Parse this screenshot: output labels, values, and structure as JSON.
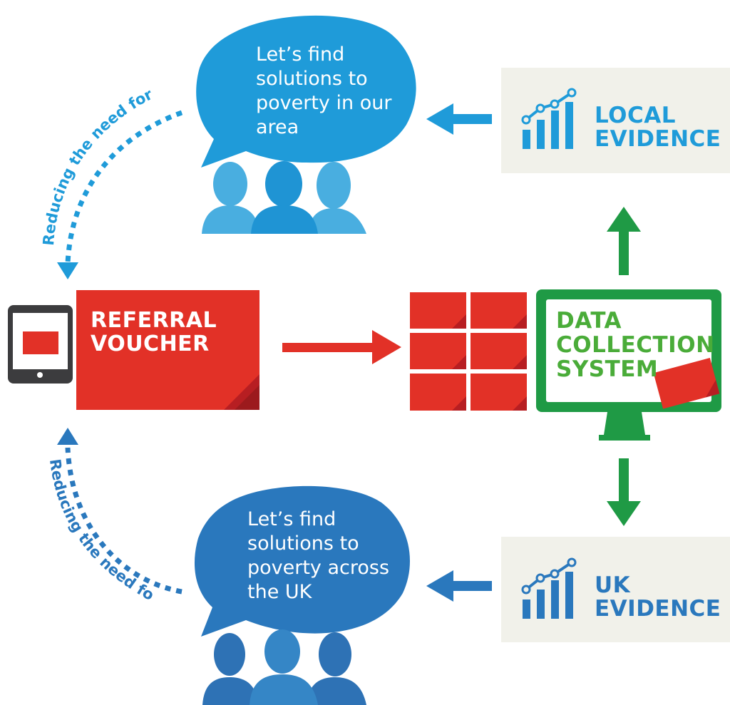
{
  "colors": {
    "local_blue": "#1f9bd9",
    "uk_blue": "#2a78bd",
    "red": "#e23127",
    "dark_red": "#b71e22",
    "green": "#1f9a45",
    "light_green": "#4aac39",
    "evidence_bg": "#f1f1ea",
    "device_gray": "#3c3c3e"
  },
  "local_bubble": {
    "lines": [
      "Let’s find",
      "solutions to",
      "poverty in our",
      "area"
    ]
  },
  "uk_bubble": {
    "lines": [
      "Let’s find",
      "solutions to",
      "poverty across",
      "the UK"
    ]
  },
  "local_evidence": {
    "lines": [
      "LOCAL",
      "EVIDENCE"
    ],
    "icon": "bar-chart-trend-icon"
  },
  "uk_evidence": {
    "lines": [
      "UK",
      "EVIDENCE"
    ],
    "icon": "bar-chart-trend-icon"
  },
  "referral_voucher": {
    "lines": [
      "REFERRAL",
      "VOUCHER"
    ]
  },
  "data_collection_system": {
    "lines": [
      "DATA",
      "COLLECTION",
      "SYSTEM"
    ]
  },
  "top_arc_label": "Reducing the need for",
  "bottom_arc_label": "Reducing the need for",
  "icons": [
    "people-group-icon",
    "tablet-icon",
    "monitor-icon",
    "voucher-grid-icon",
    "arrow-icon"
  ]
}
